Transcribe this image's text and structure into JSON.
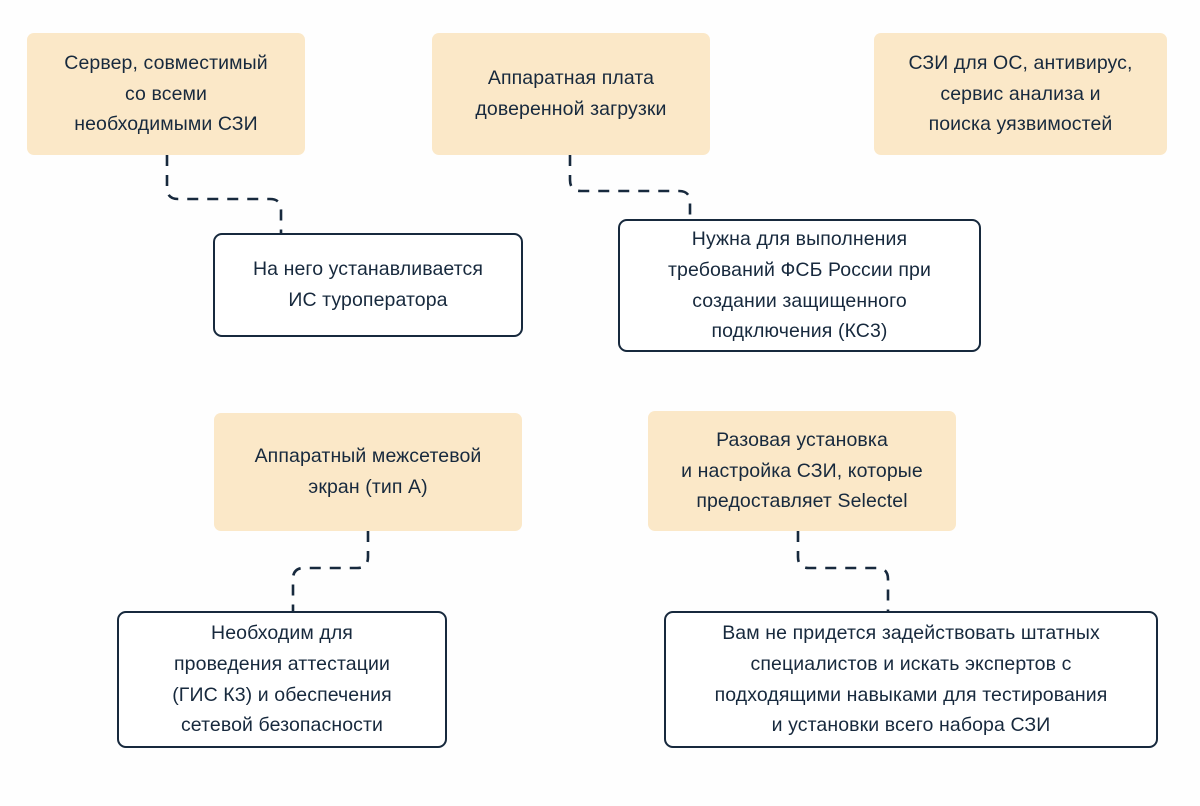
{
  "diagram": {
    "title_visible": false,
    "background_color": "#fefefe",
    "accent_fill": "#fbe8c8",
    "line_color": "#17293d",
    "nodes": [
      {
        "id": "server",
        "style": "beige",
        "text": "Сервер, совместимый\nсо всеми\nнеобходимыми СЗИ"
      },
      {
        "id": "hardware-board",
        "style": "beige",
        "text": "Аппаратная плата\nдоверенной загрузки"
      },
      {
        "id": "szi-os",
        "style": "beige",
        "text": "СЗИ для ОС, антивирус,\nсервис анализа и\nпоиска уязвимостей"
      },
      {
        "id": "tour-operator-is",
        "style": "outline",
        "text": "На него устанавливается\nИС туроператора"
      },
      {
        "id": "fsb-requirements",
        "style": "outline",
        "text": "Нужна для выполнения\nтребований ФСБ России при\nсоздании защищенного\nподключения (КС3)"
      },
      {
        "id": "firewall",
        "style": "beige",
        "text": "Аппаратный межсетевой\nэкран (тип А)"
      },
      {
        "id": "selectel-setup",
        "style": "beige",
        "text": "Разовая установка\nи настройка СЗИ, которые\nпредоставляет Selectel"
      },
      {
        "id": "attestation",
        "style": "outline",
        "text": "Необходим для\nпроведения аттестации\n(ГИС К3) и обеспечения\nсетевой безопасности"
      },
      {
        "id": "no-staff-needed",
        "style": "outline",
        "text": "Вам не придется задействовать штатных\nспециалистов и искать экспертов с\nподходящими навыками для тестирования\nи установки всего набора СЗИ"
      }
    ],
    "connectors": [
      {
        "id": "server-to-is",
        "from": "server",
        "to": "tour-operator-is",
        "style": "dashed"
      },
      {
        "id": "board-to-fsb",
        "from": "hardware-board",
        "to": "fsb-requirements",
        "style": "dashed"
      },
      {
        "id": "firewall-to-attestation",
        "from": "firewall",
        "to": "attestation",
        "style": "dashed"
      },
      {
        "id": "setup-to-no-staff",
        "from": "selectel-setup",
        "to": "no-staff-needed",
        "style": "dashed"
      }
    ]
  }
}
